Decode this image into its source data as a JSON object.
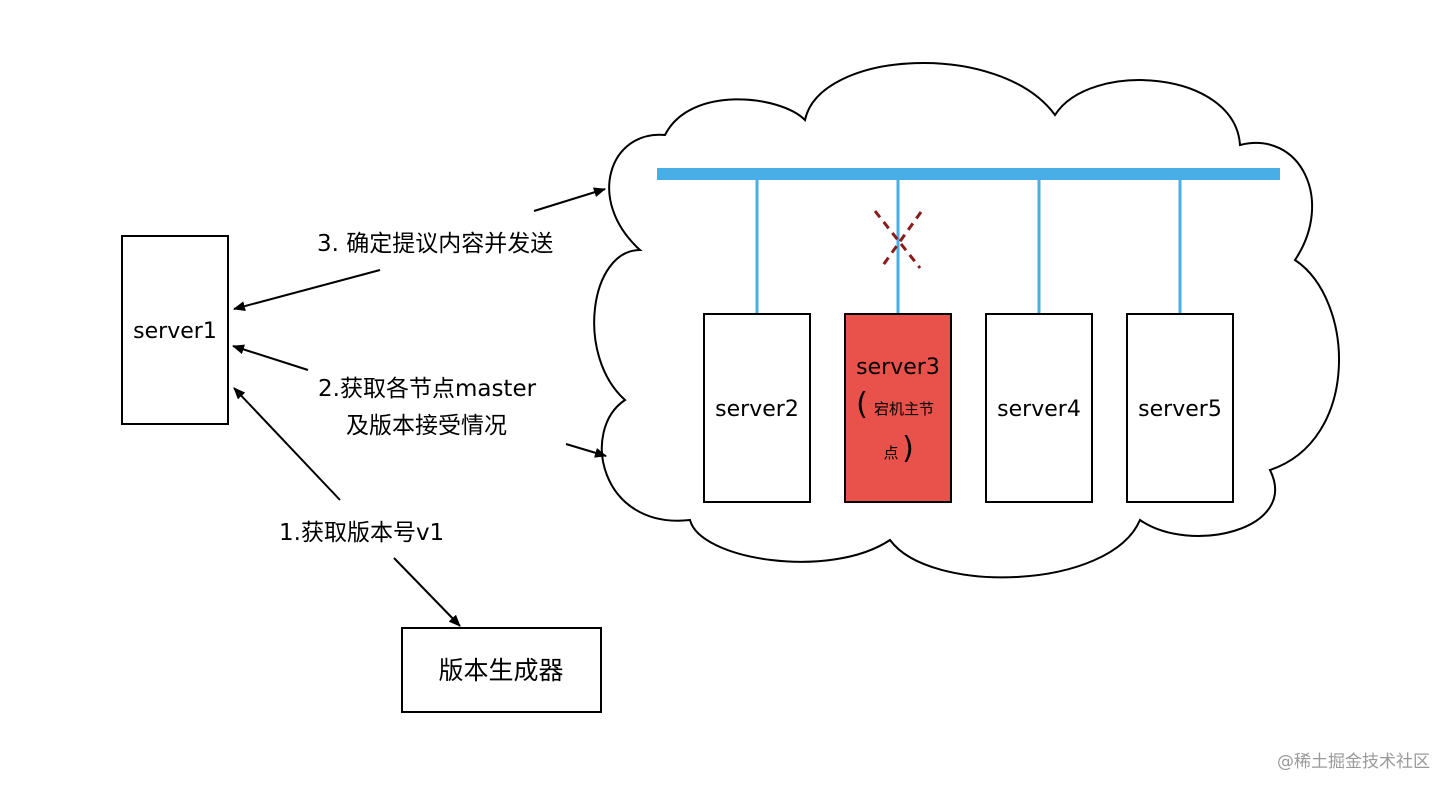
{
  "nodes": {
    "server1": "server1",
    "server2": "server2",
    "server3": "server3",
    "server3_paren_open": "(",
    "server3_note_line1": "宕机主节",
    "server3_note_line2": "点",
    "server3_paren_close": ")",
    "server4": "server4",
    "server5": "server5",
    "version_generator": "版本生成器"
  },
  "edges": {
    "step1": "1.获取版本号v1",
    "step2_line1": "2.获取各节点master",
    "step2_line2": "及版本接受情况",
    "step3": "3. 确定提议内容并发送"
  },
  "colors": {
    "bus": "#4aaee6",
    "failed_node": "#e8524a",
    "failure_mark": "#8b1a1a",
    "stroke": "#000000"
  },
  "watermark": "@稀土掘金技术社区"
}
